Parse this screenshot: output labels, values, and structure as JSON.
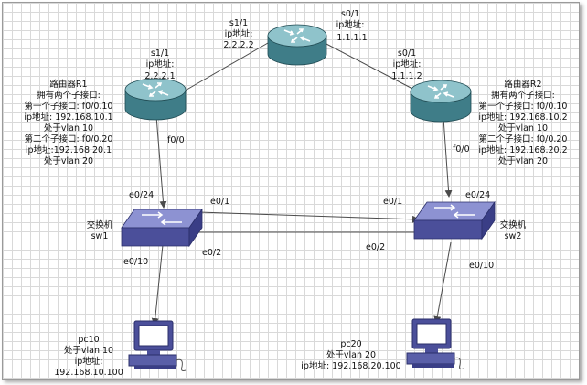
{
  "router_top": {
    "left_iface": "s1/1",
    "left_ip_label": "ip地址:",
    "left_ip": "2.2.2.2",
    "right_iface": "s0/1",
    "right_ip_label": "ip地址:",
    "right_ip": "1.1.1.1"
  },
  "r1": {
    "serial_iface": "s1/1",
    "serial_ip_label": "ip地址:",
    "serial_ip": "2.2.2.1",
    "info": [
      "路由器R1",
      "拥有两个子接口:",
      "第一个子接口: f0/0.10",
      "ip地址: 192.168.10.1",
      "处于vlan 10",
      "第二个子接口: f0/0.20",
      "ip地址:192.168.20.1",
      "处于vlan 20"
    ],
    "downlink_iface": "f0/0"
  },
  "r2": {
    "serial_iface": "s0/1",
    "serial_ip_label": "ip地址:",
    "serial_ip": "1.1.1.2",
    "info": [
      "路由器R2",
      "拥有两个子接口:",
      "第一个子接口: f0/0.10",
      "ip地址: 192.168.10.2",
      "处于vlan 10",
      "第二个子接口: f0/0.20",
      "ip地址: 192.168.20.2",
      "处于vlan 20"
    ],
    "downlink_iface": "f0/0"
  },
  "sw1": {
    "name_lines": [
      "交换机",
      "sw1"
    ],
    "uplink_port": "e0/24",
    "trunk_port_a": "e0/1",
    "trunk_port_b": "e0/2",
    "pc_port": "e0/10"
  },
  "sw2": {
    "name_lines": [
      "交换机",
      "sw2"
    ],
    "uplink_port": "e0/24",
    "trunk_port_a": "e0/1",
    "trunk_port_b": "e0/2",
    "pc_port": "e0/10"
  },
  "pc10": {
    "info": [
      "pc10",
      "处于vlan 10",
      "ip地址:",
      "192.168.10.100"
    ]
  },
  "pc20": {
    "info": [
      "pc20",
      "处于vlan 20",
      "ip地址: 192.168.20.100"
    ]
  },
  "colors": {
    "router_body": "#3f7d88",
    "router_top": "#8fc3cb",
    "switch_body": "#4b4f9a",
    "switch_top": "#8d92d2",
    "link": "#4a4a4a"
  }
}
